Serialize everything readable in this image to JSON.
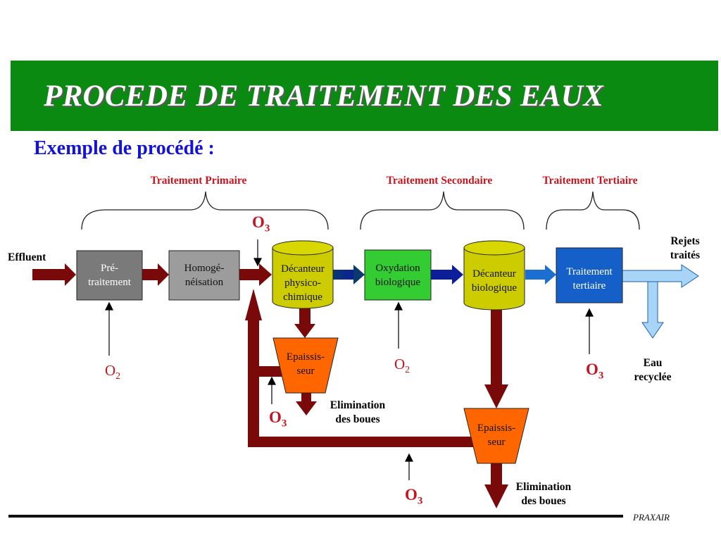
{
  "header": {
    "title": "PROCEDE DE TRAITEMENT DES EAUX",
    "subtitle": "Exemple de procédé :"
  },
  "stages": {
    "primary": "Traitement Primaire",
    "secondary": "Traitement Secondaire",
    "tertiary": "Traitement Tertiaire"
  },
  "inputs": {
    "effluent": "Effluent",
    "output_line1": "Rejets",
    "output_line2": "traités",
    "recycled_line1": "Eau",
    "recycled_line2": "recyclée"
  },
  "units": {
    "pretraitement_line1": "Pré-",
    "pretraitement_line2": "traitement",
    "homogeneisation_line1": "Homogé-",
    "homogeneisation_line2": "néisation",
    "decanteur_pc_line1": "Décanteur",
    "decanteur_pc_line2": "physico-",
    "decanteur_pc_line3": "chimique",
    "oxydation_line1": "Oxydation",
    "oxydation_line2": "biologique",
    "decanteur_bio_line1": "Décanteur",
    "decanteur_bio_line2": "biologique",
    "tertiaire_line1": "Traitement",
    "tertiaire_line2": "tertiaire",
    "epaississeur1_line1": "Epaissis-",
    "epaississeur1_line2": "seur",
    "epaississeur2_line1": "Epaissis-",
    "epaississeur2_line2": "seur"
  },
  "sludge": {
    "elim1_line1": "Elimination",
    "elim1_line2": "des boues",
    "elim2_line1": "Elimination",
    "elim2_line2": "des boues"
  },
  "gases": {
    "o2_symbol": "O",
    "o2_sub": "2",
    "o3_symbol": "O",
    "o3_sub": "3"
  },
  "footer": {
    "brand": "PRAXAIR"
  },
  "colors": {
    "banner": "#0b8a12",
    "title_text": "#ffffff",
    "subtitle": "#1212d8",
    "stage_label": "#c8141e",
    "pipe_dark_red": "#7a0a0a",
    "pretraitement": "#7a7a7a",
    "homogeneisation": "#9c9c9c",
    "decanteur": "#cccc00",
    "oxydation": "#33cc33",
    "tertiaire": "#1560c8",
    "epaississeur": "#ff6600",
    "pipe_navy": "#0a3a6e",
    "pipe_blue": "#1c6fd0",
    "pipe_light_blue": "#a8d4f8"
  }
}
